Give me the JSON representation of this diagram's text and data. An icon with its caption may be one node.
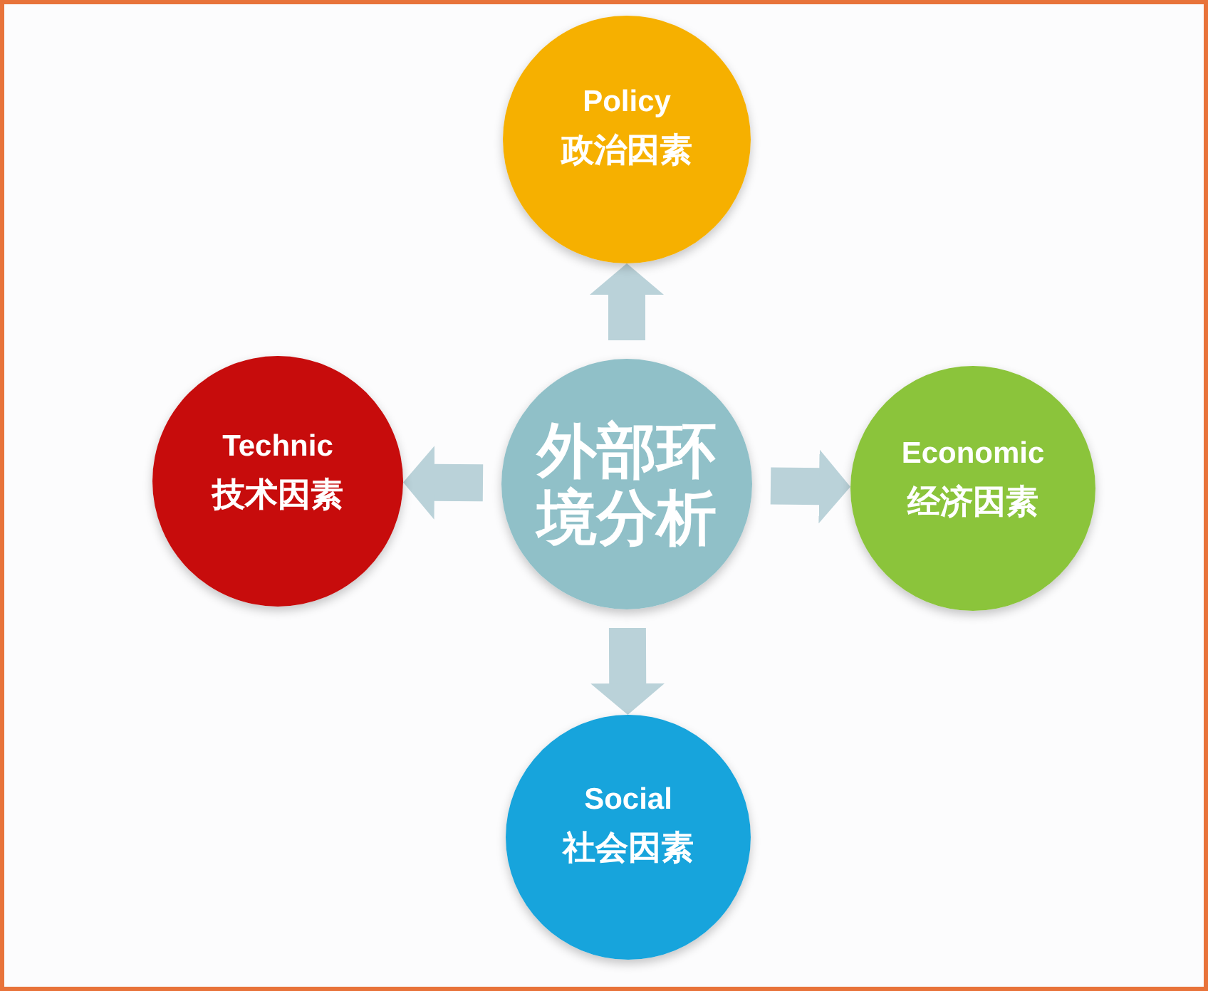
{
  "diagram": {
    "nodes": [
      {
        "text": [
          "Policy",
          "政治因素"
        ]
      },
      {
        "text": [
          "Technic",
          "技术因素"
        ]
      },
      {
        "text": [
          "外部环境分析"
        ]
      },
      {
        "text": [
          "Economic",
          "经济因素"
        ]
      },
      {
        "text": [
          "Social",
          "社会因素"
        ]
      }
    ],
    "edges": [
      {
        "from": 2,
        "to": 0,
        "arrow": "to"
      },
      {
        "from": 2,
        "to": 1,
        "arrow": "to"
      },
      {
        "from": 2,
        "to": 3,
        "arrow": "to"
      },
      {
        "from": 2,
        "to": 4,
        "arrow": "to"
      }
    ]
  }
}
